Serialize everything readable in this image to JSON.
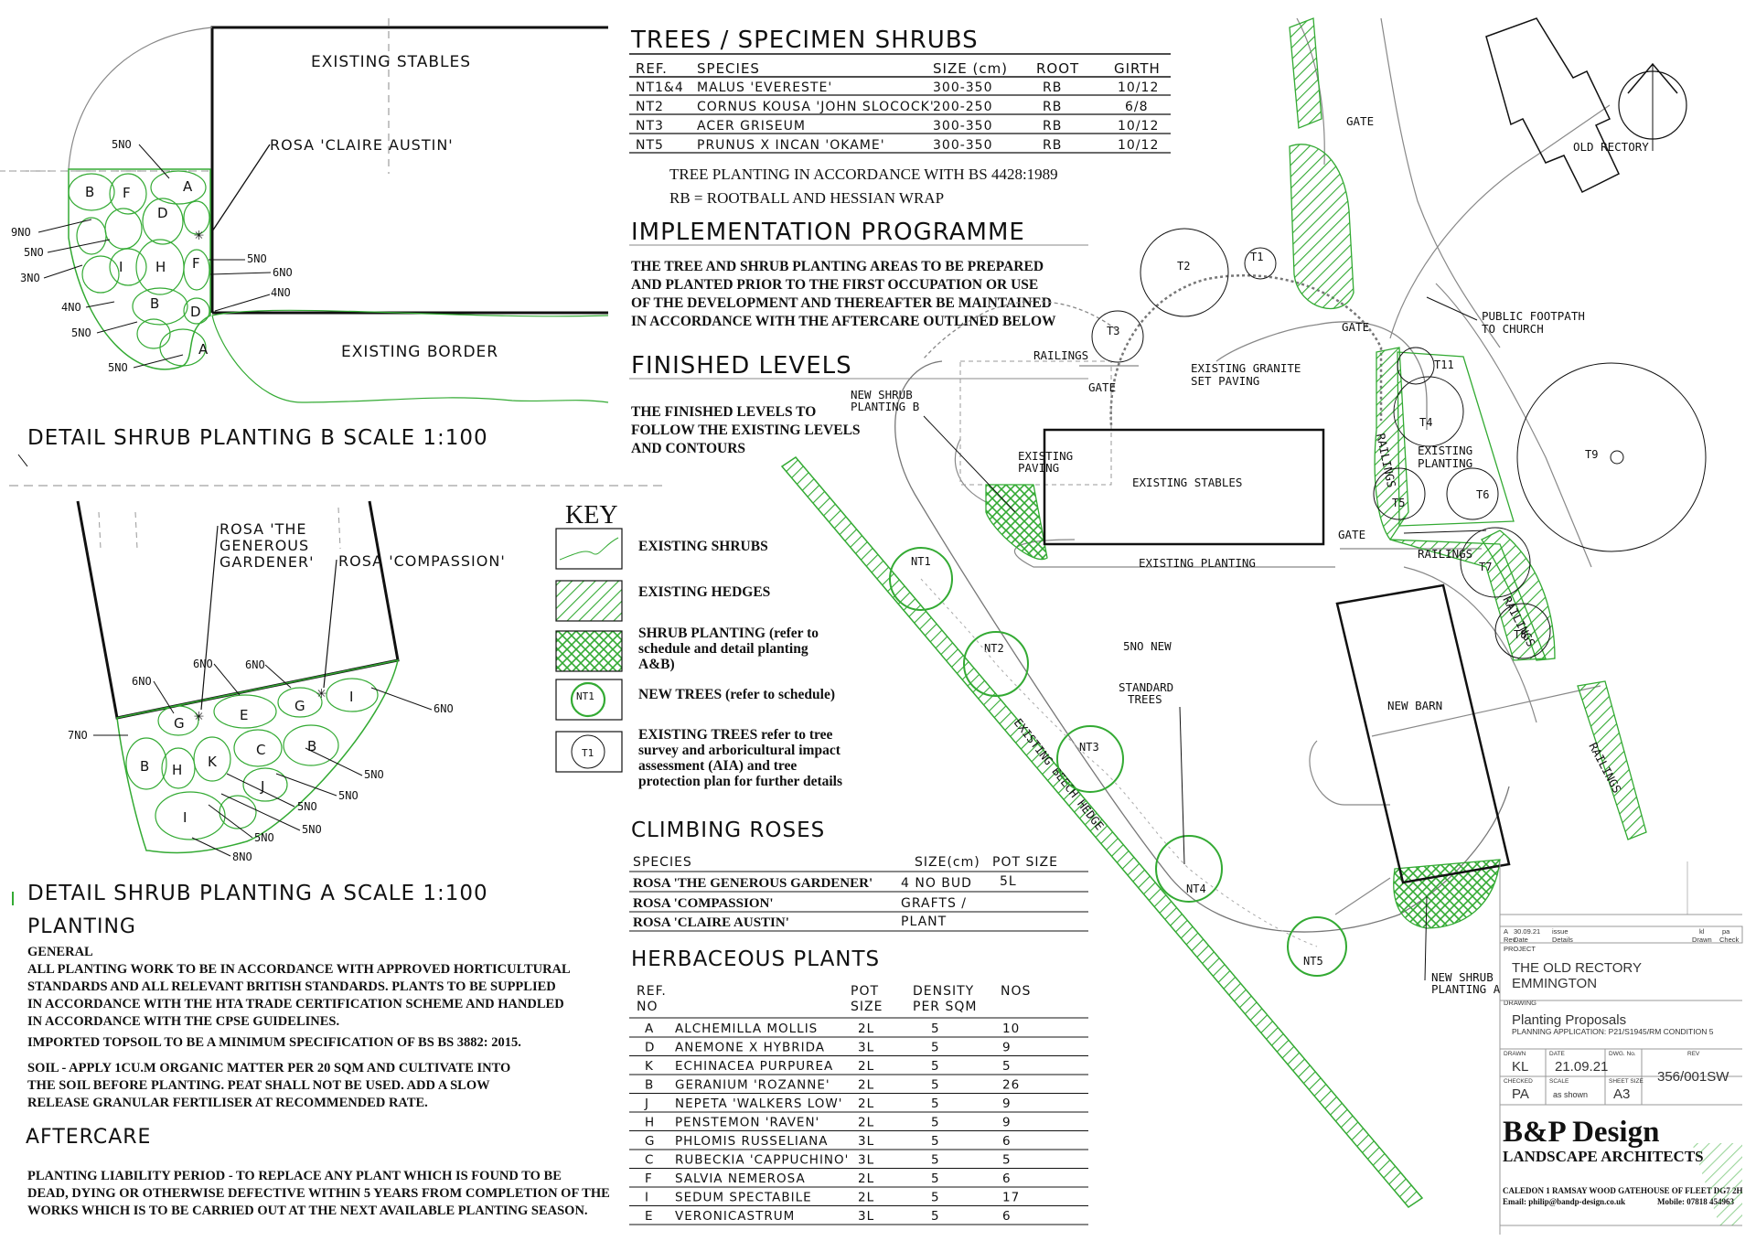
{
  "trees_schedule": {
    "heading": "TREES / SPECIMEN SHRUBS",
    "columns": [
      "REF.",
      "SPECIES",
      "SIZE (cm)",
      "ROOT",
      "GIRTH"
    ],
    "rows": [
      [
        "NT1&4",
        "MALUS 'EVERESTE'",
        "300-350",
        "RB",
        "10/12"
      ],
      [
        "NT2",
        "CORNUS KOUSA 'JOHN SLOCOCK'",
        "200-250",
        "RB",
        "6/8"
      ],
      [
        "NT3",
        "ACER GRISEUM",
        "300-350",
        "RB",
        "10/12"
      ],
      [
        "NT5",
        "PRUNUS X INCAN 'OKAME'",
        "300-350",
        "RB",
        "10/12"
      ]
    ],
    "note1": "TREE PLANTING IN ACCORDANCE WITH BS 4428:1989",
    "note2": "RB = ROOTBALL AND HESSIAN WRAP"
  },
  "implementation": {
    "heading": "IMPLEMENTATION PROGRAMME",
    "lines": [
      "THE TREE AND SHRUB PLANTING AREAS TO BE PREPARED",
      "AND PLANTED PRIOR TO THE FIRST OCCUPATION OR USE",
      "OF THE DEVELOPMENT AND THEREAFTER BE MAINTAINED",
      "IN ACCORDANCE WITH THE AFTERCARE OUTLINED BELOW"
    ]
  },
  "finished_levels": {
    "heading": "FINISHED LEVELS",
    "lines": [
      "THE FINISHED LEVELS TO",
      "FOLLOW THE EXISTING LEVELS",
      "AND CONTOURS"
    ]
  },
  "key": {
    "heading": "KEY",
    "items": [
      {
        "label": [
          "EXISTING SHRUBS"
        ]
      },
      {
        "label": [
          "EXISTING HEDGES"
        ]
      },
      {
        "label": [
          "SHRUB PLANTING (refer to",
          "schedule and detail planting",
          "A&B)"
        ]
      },
      {
        "label": [
          "NEW TREES (refer to schedule)"
        ],
        "symbol": "NT1"
      },
      {
        "label": [
          "EXISTING TREES refer to tree",
          "survey and arboricultural impact",
          "assessment (AIA) and tree",
          "protection plan for further details"
        ],
        "symbol": "T1"
      }
    ]
  },
  "climbing_roses": {
    "heading": "CLIMBING ROSES",
    "columns": [
      "SPECIES",
      "SIZE(cm)",
      "POT SIZE"
    ],
    "rows": [
      [
        "ROSA 'THE GENEROUS GARDENER'",
        "4 NO BUD",
        "5L"
      ],
      [
        "ROSA 'COMPASSION'",
        "GRAFTS /",
        ""
      ],
      [
        "ROSA 'CLAIRE AUSTIN'",
        "PLANT",
        ""
      ]
    ]
  },
  "herbaceous": {
    "heading": "HERBACEOUS PLANTS",
    "columns": [
      [
        "REF.",
        "NO"
      ],
      [
        "",
        ""
      ],
      [
        "POT",
        "SIZE"
      ],
      [
        "DENSITY",
        "PER SQM"
      ],
      [
        "NOS",
        ""
      ]
    ],
    "rows": [
      [
        "A",
        "ALCHEMILLA MOLLIS",
        "2L",
        "5",
        "10"
      ],
      [
        "D",
        "ANEMONE X HYBRIDA",
        "3L",
        "5",
        "9"
      ],
      [
        "K",
        "ECHINACEA PURPUREA",
        "2L",
        "5",
        "5"
      ],
      [
        "B",
        "GERANIUM 'ROZANNE'",
        "2L",
        "5",
        "26"
      ],
      [
        "J",
        "NEPETA 'WALKERS LOW'",
        "2L",
        "5",
        "9"
      ],
      [
        "H",
        "PENSTEMON 'RAVEN'",
        "2L",
        "5",
        "9"
      ],
      [
        "G",
        "PHLOMIS RUSSELIANA",
        "3L",
        "5",
        "6"
      ],
      [
        "C",
        "RUBECKIA 'CAPPUCHINO'",
        "3L",
        "5",
        "5"
      ],
      [
        "F",
        "SALVIA NEMEROSA",
        "2L",
        "5",
        "6"
      ],
      [
        "I",
        "SEDUM SPECTABILE",
        "2L",
        "5",
        "17"
      ],
      [
        "E",
        "VERONICASTRUM",
        "3L",
        "5",
        "6"
      ]
    ]
  },
  "planting": {
    "heading": "PLANTING",
    "subheading": "GENERAL",
    "para1": [
      "ALL PLANTING WORK TO BE IN ACCORDANCE WITH APPROVED HORTICULTURAL",
      "STANDARDS AND ALL RELEVANT BRITISH STANDARDS. PLANTS TO BE SUPPLIED",
      "IN ACCORDANCE WITH THE HTA TRADE CERTIFICATION SCHEME AND HANDLED",
      "IN ACCORDANCE WITH THE CPSE GUIDELINES."
    ],
    "para2": [
      "IMPORTED TOPSOIL TO BE A MINIMUM SPECIFICATION OF BS BS 3882: 2015."
    ],
    "para3": [
      "SOIL - APPLY 1CU.M ORGANIC MATTER PER 20 SQM AND CULTIVATE INTO",
      "THE SOIL BEFORE PLANTING. PEAT SHALL NOT BE USED.  ADD A SLOW",
      "RELEASE GRANULAR FERTILISER AT RECOMMENDED RATE."
    ]
  },
  "aftercare": {
    "heading": "AFTERCARE",
    "lines": [
      "PLANTING LIABILITY PERIOD - TO REPLACE ANY PLANT WHICH IS FOUND TO BE",
      "DEAD, DYING OR OTHERWISE DEFECTIVE WITHIN 5 YEARS FROM COMPLETION OF THE",
      "WORKS WHICH IS TO BE CARRIED OUT AT THE NEXT AVAILABLE PLANTING SEASON."
    ]
  },
  "detail_b": {
    "title": "DETAIL SHRUB PLANTING B SCALE 1:100",
    "existing_stables": "EXISTING STABLES",
    "existing_border": "EXISTING BORDER",
    "rose_label": "ROSA 'CLAIRE AUSTIN'",
    "bed_letters": [
      "B",
      "A",
      "F",
      "D",
      "I",
      "H",
      "F",
      "B",
      "D",
      "A"
    ],
    "quantities": [
      "5NO",
      "9NO",
      "5NO",
      "3NO",
      "4NO",
      "5NO",
      "5NO",
      "5NO",
      "6NO",
      "4NO"
    ]
  },
  "detail_a": {
    "title": "DETAIL SHRUB PLANTING A SCALE 1:100",
    "rose1": [
      "ROSA 'THE",
      "GENEROUS",
      "GARDENER'"
    ],
    "rose2": "ROSA 'COMPASSION'",
    "bed_letters": [
      "G",
      "E",
      "G",
      "I",
      "B",
      "H",
      "K",
      "C",
      "B",
      "J",
      "I"
    ],
    "quantities": [
      "6NO",
      "6NO",
      "6NO",
      "6NO",
      "7NO",
      "5NO",
      "5NO",
      "5NO",
      "5NO",
      "5NO",
      "8NO"
    ]
  },
  "site_plan": {
    "labels": {
      "gate": "GATE",
      "old_rectory": "OLD RECTORY",
      "public_footpath": [
        "PUBLIC FOOTPATH",
        "TO CHURCH"
      ],
      "railings": "RAILINGS",
      "granite": [
        "EXISTING GRANITE",
        "SET PAVING"
      ],
      "new_shrub_b": [
        "NEW SHRUB",
        "PLANTING B"
      ],
      "existing_paving": [
        "EXISTING",
        "PAVING"
      ],
      "existing_stables": "EXISTING STABLES",
      "existing_planting": "EXISTING PLANTING",
      "existing_planting2": [
        "EXISTING",
        "PLANTING"
      ],
      "new_barn": "NEW BARN",
      "standard_trees": [
        "5NO NEW",
        "STANDARD",
        "TREES"
      ],
      "beech_hedge": "EXISTING BEECH HEDGE",
      "new_shrub_a": [
        "NEW SHRUB",
        "PLANTING A"
      ]
    },
    "existing_trees": [
      "T1",
      "T2",
      "T3",
      "T4",
      "T5",
      "T6",
      "T7",
      "T8",
      "T9",
      "T11"
    ],
    "new_trees": [
      "NT1",
      "NT2",
      "NT3",
      "NT4",
      "NT5"
    ]
  },
  "title_block": {
    "rev_row": [
      "A",
      "30.09.21",
      "issue",
      "kl",
      "pa"
    ],
    "rev_headers": [
      "Rev",
      "Date",
      "Details",
      "Drawn",
      "Check"
    ],
    "project_label": "PROJECT",
    "project": [
      "THE OLD RECTORY",
      "EMMINGTON"
    ],
    "drawing_label": "DRAWING",
    "drawing": "Planting Proposals",
    "drawing_sub": "PLANNING APPLICATION: P21/S1945/RM CONDITION 5",
    "drawn_label": "DRAWN",
    "drawn": "KL",
    "date_label": "DATE",
    "date": "21.09.21",
    "dwg_label": "DWG. No.",
    "rev_label": "REV",
    "dwg_no": "356/001SW",
    "checked_label": "CHECKED",
    "checked": "PA",
    "scale_label": "SCALE",
    "scale": "as shown",
    "sheet_label": "SHEET SIZE",
    "sheet": "A3",
    "firm": "B&P Design",
    "firm_sub": "LANDSCAPE ARCHITECTS",
    "address": "CALEDON 1 RAMSAY WOOD GATEHOUSE OF FLEET DG7 2H",
    "email": "Email: philip@bandp-design.co.uk",
    "mobile": "Mobile: 07818 454963"
  },
  "colors": {
    "green": "#33aa33",
    "ink": "#111111"
  }
}
